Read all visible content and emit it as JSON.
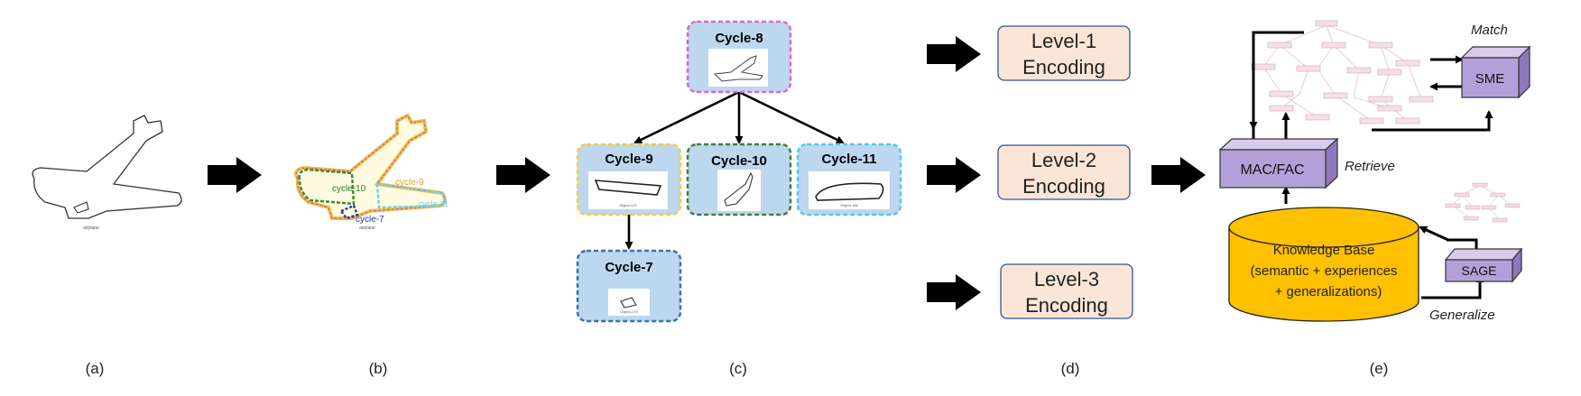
{
  "panels": {
    "a": {
      "caption": "(a)",
      "object_label": "airplane"
    },
    "b": {
      "caption": "(b)",
      "cycle_labels": [
        "cycle-10",
        "cycle-9",
        "cycle-7",
        "cycle-11"
      ],
      "object_label": "airplane"
    },
    "c": {
      "caption": "(c)",
      "nodes": [
        {
          "id": "cycle-8",
          "title": "Cycle-8",
          "border": "#e264c6",
          "thumb_label": ""
        },
        {
          "id": "cycle-9",
          "title": "Cycle-9",
          "border": "#f2cf3c",
          "thumb_label": "Object-171"
        },
        {
          "id": "cycle-10",
          "title": "Cycle-10",
          "border": "#4a7a3a",
          "thumb_label": ""
        },
        {
          "id": "cycle-11",
          "title": "Cycle-11",
          "border": "#54c8e6",
          "thumb_label": "Object-164"
        },
        {
          "id": "cycle-7",
          "title": "Cycle-7",
          "border": "#3d6fb4",
          "thumb_label": "Object-170"
        }
      ],
      "node_fill": "#bdd7ee"
    },
    "d": {
      "caption": "(d)",
      "levels": [
        {
          "line1": "Level-1",
          "line2": "Encoding"
        },
        {
          "line1": "Level-2",
          "line2": "Encoding"
        },
        {
          "line1": "Level-3",
          "line2": "Encoding"
        }
      ],
      "box_fill": "#fbe5d6",
      "box_border": "#2f5597"
    },
    "e": {
      "caption": "(e)",
      "sme": "SME",
      "macfac": "MAC/FAC",
      "sage": "SAGE",
      "kb_lines": [
        "Knowledge Base",
        "(semantic + experiences",
        "+ generalizations)"
      ],
      "match": "Match",
      "retrieve": "Retrieve",
      "generalize": "Generalize",
      "cube_color": "#b4a0d8",
      "kb_color": "#ffc000"
    }
  }
}
